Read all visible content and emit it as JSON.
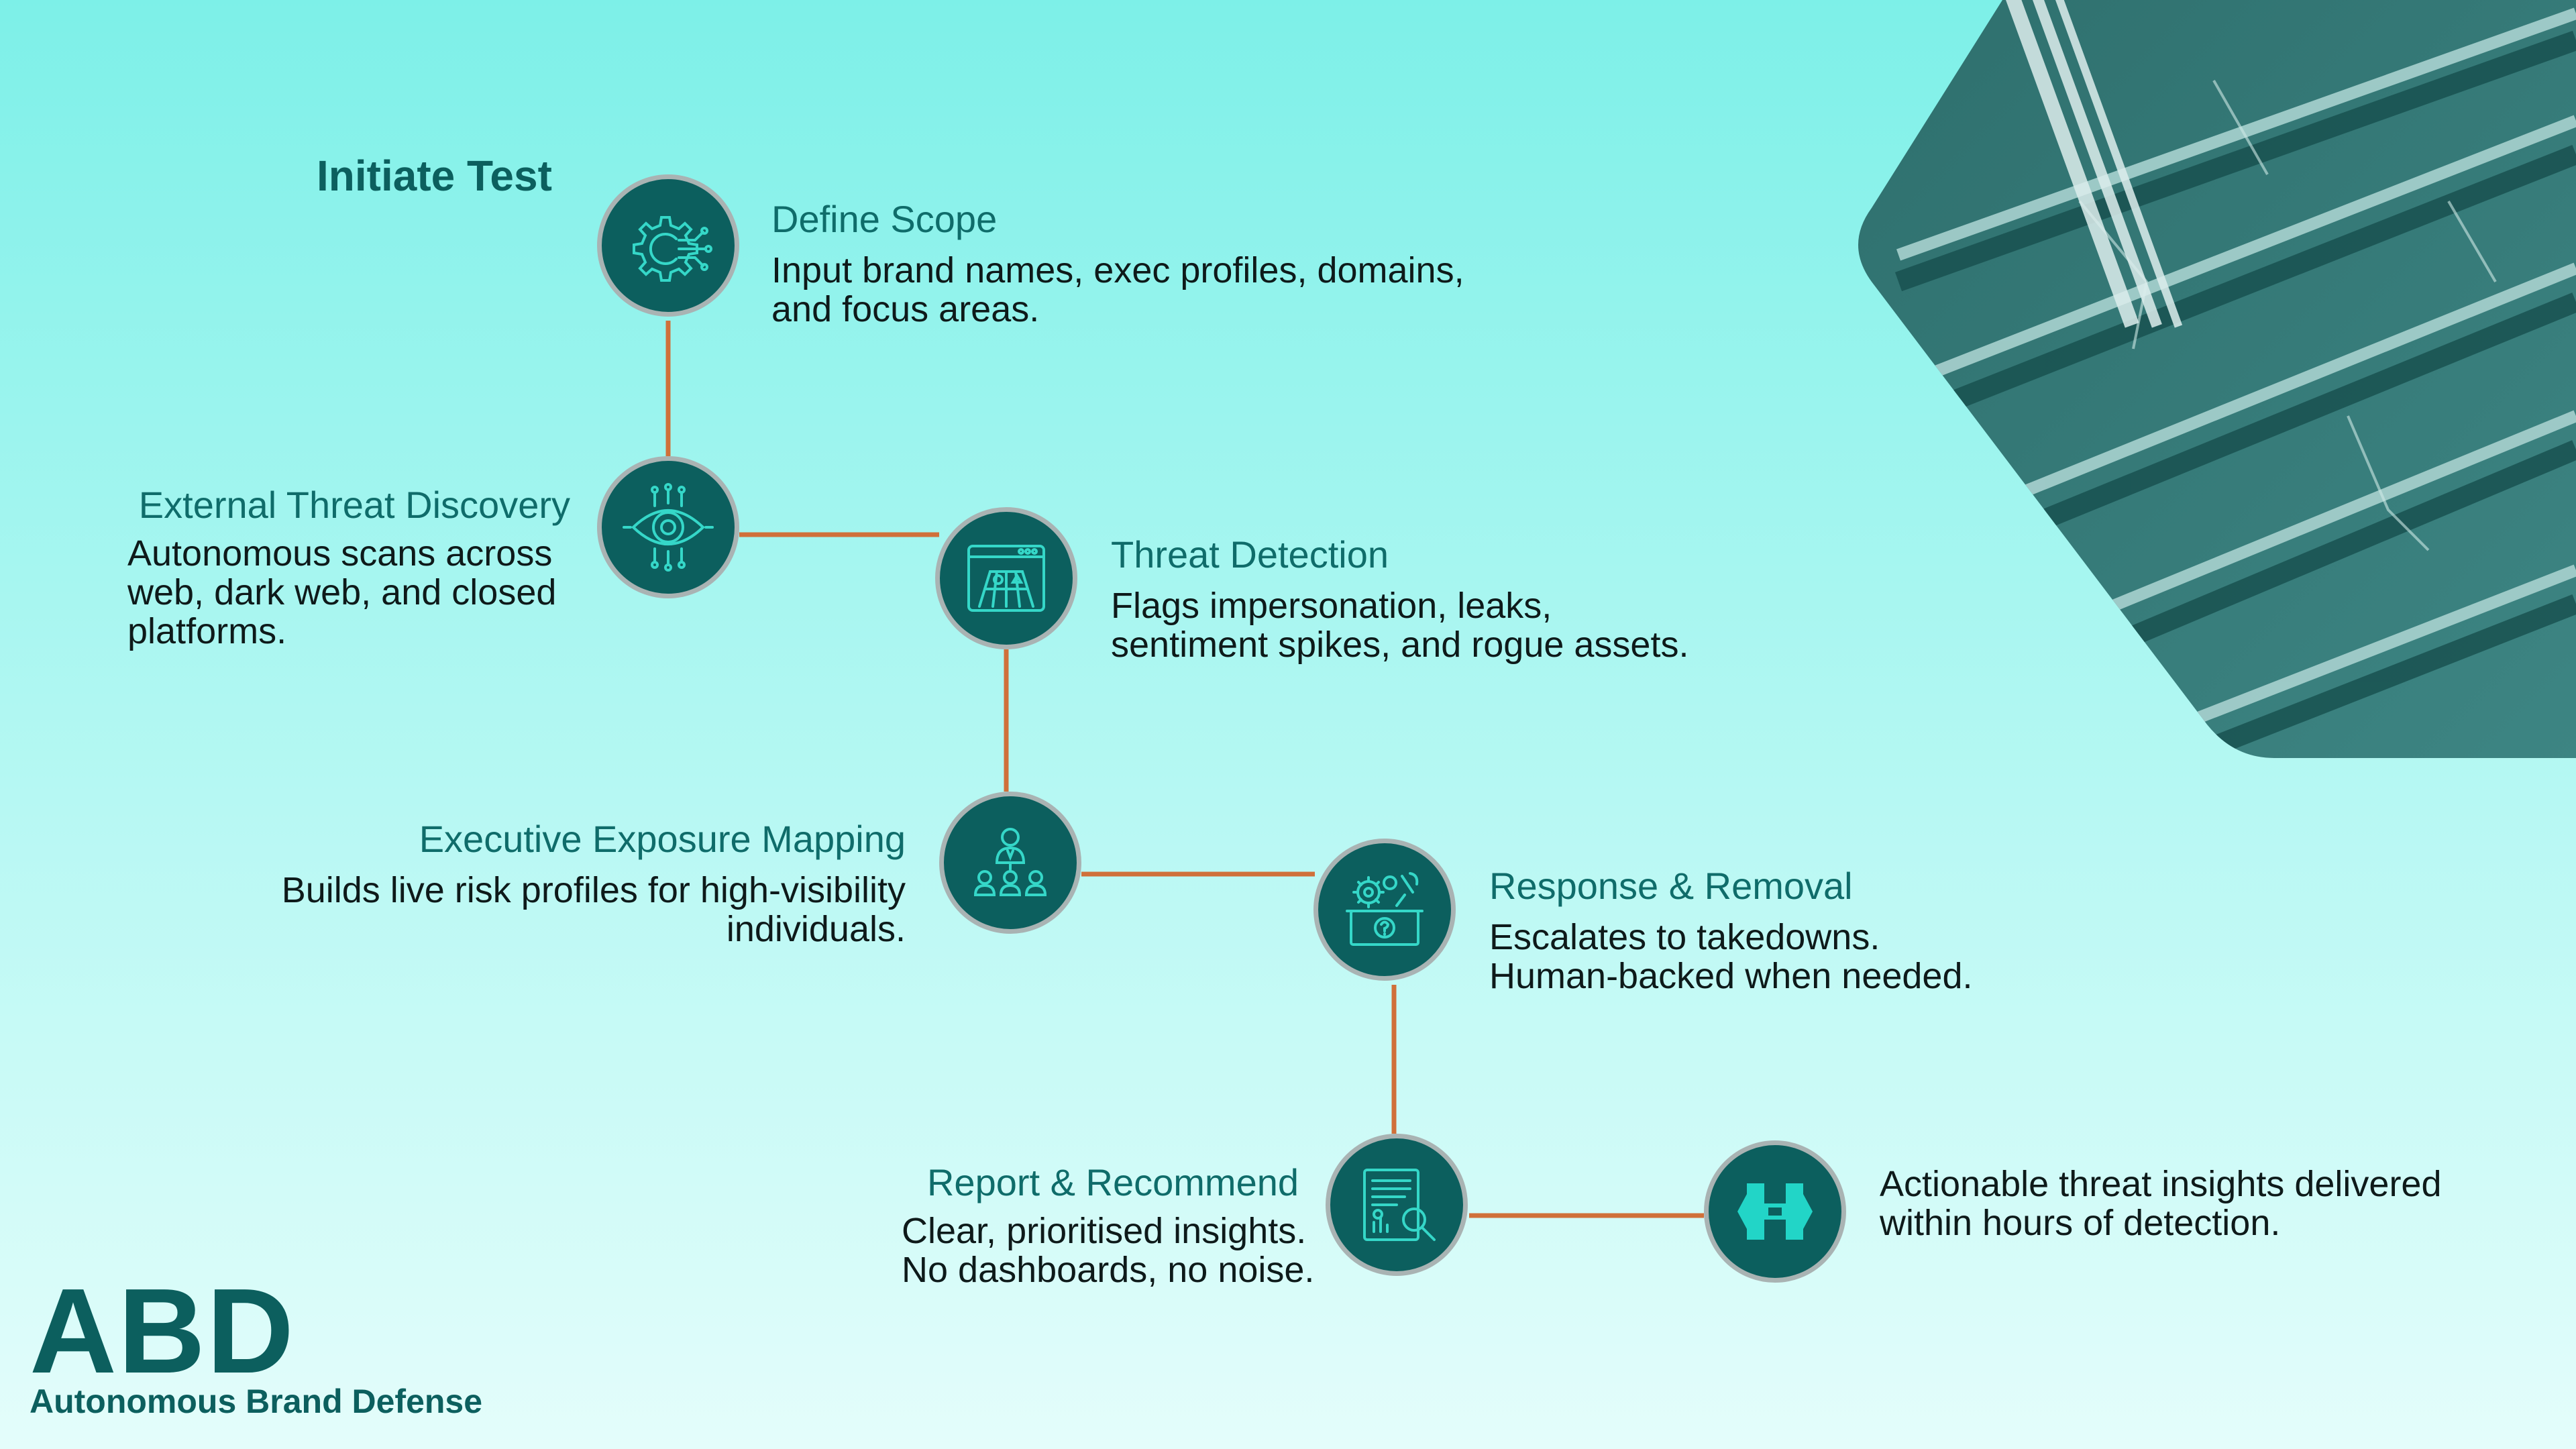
{
  "initiate": "Initiate Test",
  "steps": [
    {
      "icon": "gear-circuit-icon",
      "title": "Define Scope",
      "desc1": "Input brand names, exec profiles, domains,",
      "desc2": "and focus areas."
    },
    {
      "icon": "eye-circuit-icon",
      "title": "External Threat Discovery",
      "desc1": "Autonomous scans across",
      "desc2": "web, dark web, and closed",
      "desc3": "platforms."
    },
    {
      "icon": "browser-map-icon",
      "title": "Threat Detection",
      "desc1": "Flags impersonation, leaks,",
      "desc2": "sentiment spikes, and rogue assets."
    },
    {
      "icon": "people-hierarchy-icon",
      "title": "Executive Exposure Mapping",
      "desc1": "Builds live risk profiles for high-visibility",
      "desc2": "individuals."
    },
    {
      "icon": "gears-wrench-icon",
      "title": "Response & Removal",
      "desc1": "Escalates to takedowns.",
      "desc2": "Human-backed when needed."
    },
    {
      "icon": "report-magnifier-icon",
      "title": "Report & Recommend",
      "desc1": "Clear, prioritised insights.",
      "desc2": "No dashboards, no noise."
    },
    {
      "icon": "brand-logo-icon",
      "desc1": "Actionable threat insights delivered",
      "desc2": "within hours of detection."
    }
  ],
  "brand": {
    "abbr": "ABD",
    "name": "Autonomous Brand Defense"
  },
  "colors": {
    "node": "#0c5f5e",
    "connector": "#d0703a",
    "label": "#0f6c6a",
    "accent": "#20d6c8"
  }
}
